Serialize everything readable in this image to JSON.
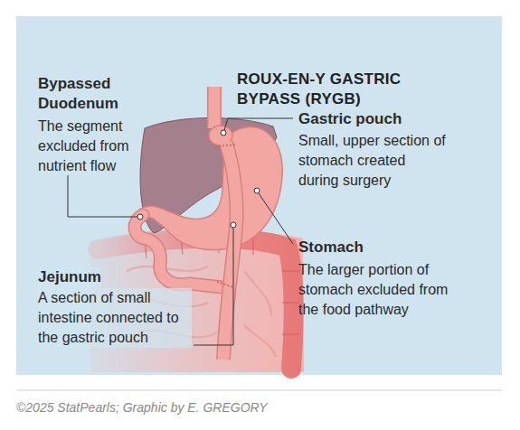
{
  "diagram": {
    "title": "ROUX-EN-Y GASTRIC BYPASS (RYGB)",
    "caption": "©2025 StatPearls; Graphic by E. GREGORY",
    "labels": [
      "Bypassed Duodenum",
      "The segment excluded from nutrient flow",
      "Gastric pouch",
      "Small, upper section of stomach created during surgery",
      "Stomach",
      "The larger portion of stomach excluded from the food pathway",
      "Jejunum",
      "A section of small intestine connected to the gastric pouch"
    ]
  }
}
